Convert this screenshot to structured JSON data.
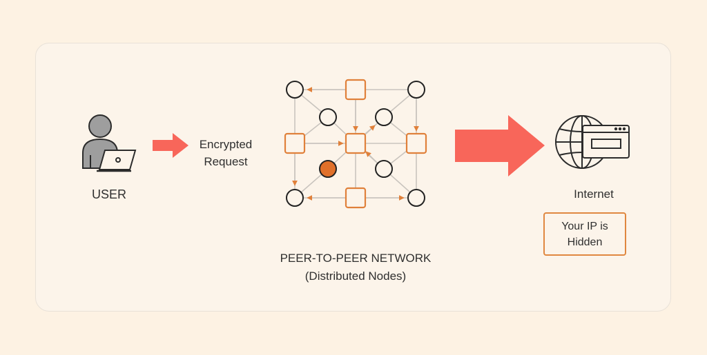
{
  "colors": {
    "background": "#fdf2e3",
    "card": "#fcf4ea",
    "arrow": "#f8665a",
    "accent_orange": "#e0803a",
    "node_outline": "#222222",
    "edge": "#c9c4be",
    "icon_gray": "#9e9e9e"
  },
  "user": {
    "label": "USER",
    "icon": "user-with-laptop-icon"
  },
  "request": {
    "line1": "Encrypted",
    "line2": "Request",
    "icon": "right-arrow-icon"
  },
  "network": {
    "title": "PEER-TO-PEER NETWORK",
    "subtitle": "(Distributed Nodes)",
    "node_types": [
      "circle-peer",
      "square-relay",
      "active-peer"
    ]
  },
  "internet": {
    "label": "Internet",
    "icon": "globe-browser-icon"
  },
  "status": {
    "line1": "Your IP is",
    "line2": "Hidden"
  }
}
